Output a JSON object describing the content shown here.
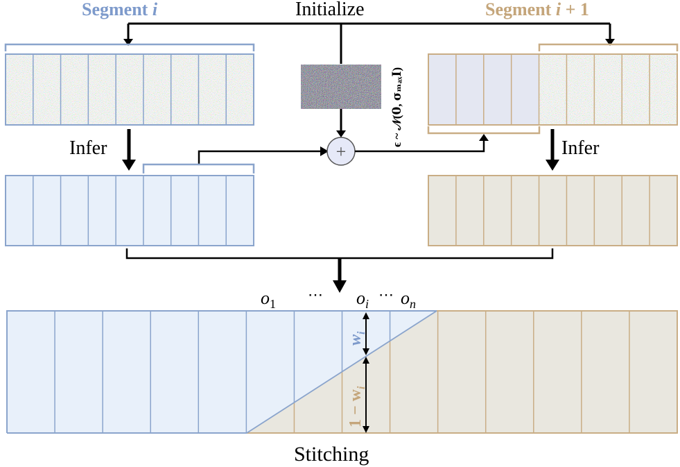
{
  "title": "Initialize",
  "segment_left": {
    "prefix": "Segment ",
    "var": "i"
  },
  "segment_right": {
    "prefix": "Segment ",
    "var": "i",
    "suffix": " + 1"
  },
  "infer_left": "Infer",
  "infer_right": "Infer",
  "noise_formula": "ϵ ~ 𝒩(𝟎, 𝛔ₘₐₓ𝐈)",
  "plus_symbol": "+",
  "stitching_label": "Stitching",
  "overlap_labels": {
    "o1": "o",
    "o1_sub": "1",
    "dots1": "⋯",
    "oi": "o",
    "oi_sub": "i",
    "dots2": "⋯",
    "on": "o",
    "on_sub": "n"
  },
  "weight_labels": {
    "wi": "w",
    "wi_sub": "i",
    "one_minus": "1 − w",
    "one_minus_sub": "i"
  },
  "colors": {
    "blue_stroke": "#8aa4cc",
    "blue_fill": "#e8f0fa",
    "tan_stroke": "#c9ad85",
    "tan_fill": "#e9e7df",
    "blue_text": "#7d9acb",
    "tan_text": "#c4a57a",
    "plus_fill": "#e6e9f8"
  }
}
